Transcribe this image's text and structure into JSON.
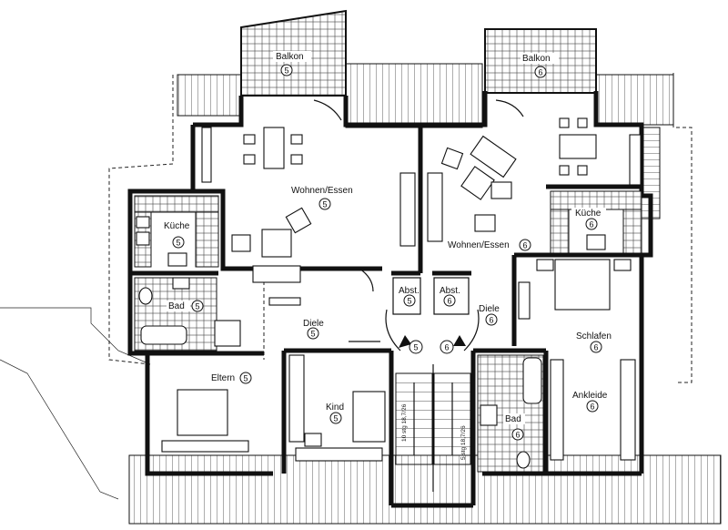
{
  "rooms": {
    "balkon_5": {
      "name": "Balkon",
      "unit": "5"
    },
    "balkon_6": {
      "name": "Balkon",
      "unit": "6"
    },
    "wohnen_5": {
      "name": "Wohnen/Essen",
      "unit": "5"
    },
    "wohnen_6": {
      "name": "Wohnen/Essen",
      "unit": "6"
    },
    "kueche_5": {
      "name": "Küche",
      "unit": "5"
    },
    "kueche_6": {
      "name": "Küche",
      "unit": "6"
    },
    "bad_5": {
      "name": "Bad",
      "unit": "5"
    },
    "bad_6": {
      "name": "Bad",
      "unit": "6"
    },
    "abst_5": {
      "name": "Abst.",
      "unit": "5"
    },
    "abst_6": {
      "name": "Abst.",
      "unit": "6"
    },
    "diele_5": {
      "name": "Diele",
      "unit": "5"
    },
    "diele_6": {
      "name": "Diele",
      "unit": "6"
    },
    "eltern_5": {
      "name": "Eltern",
      "unit": "5"
    },
    "kind_5": {
      "name": "Kind",
      "unit": "5"
    },
    "schlafen_6": {
      "name": "Schlafen",
      "unit": "6"
    },
    "ankleide_6": {
      "name": "Ankleide",
      "unit": "6"
    }
  },
  "entrances": {
    "unit_5": "5",
    "unit_6": "6"
  },
  "stairs": {
    "left_run": "10 stg 18,7/26",
    "right_run": "5 stg 18,7/26"
  }
}
